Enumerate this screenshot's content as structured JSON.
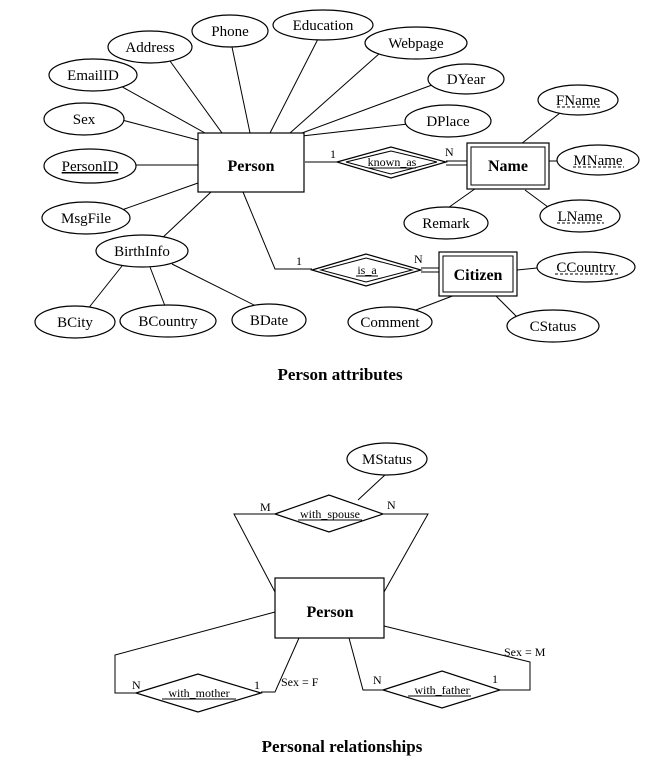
{
  "attributes_diagram": {
    "caption": "Person attributes",
    "person": "Person",
    "name_entity": "Name",
    "citizen_entity": "Citizen",
    "known_as": "known_as",
    "is_a": "is_a",
    "known_as_card_left": "1",
    "known_as_card_right": "N",
    "is_a_card_left": "1",
    "is_a_card_right": "N",
    "person_attrs": {
      "phone": "Phone",
      "education": "Education",
      "address": "Address",
      "webpage": "Webpage",
      "emailid": "EmailID",
      "dyear": "DYear",
      "sex": "Sex",
      "dplace": "DPlace",
      "personid": "PersonID",
      "msgfile": "MsgFile",
      "birthinfo": "BirthInfo",
      "bcity": "BCity",
      "bcountry": "BCountry",
      "bdate": "BDate"
    },
    "name_attrs": {
      "fname": "FName",
      "mname": "MName",
      "lname": "LName",
      "remark": "Remark"
    },
    "citizen_attrs": {
      "ccountry": "CCountry",
      "comment": "Comment",
      "cstatus": "CStatus"
    }
  },
  "relationships_diagram": {
    "caption": "Personal relationships",
    "person": "Person",
    "mstatus": "MStatus",
    "with_spouse": "with_spouse",
    "with_mother": "with_mother",
    "with_father": "with_father",
    "spouse_card_left": "M",
    "spouse_card_right": "N",
    "mother_card_left": "N",
    "mother_card_right": "1",
    "father_card_left": "N",
    "father_card_right": "1",
    "sex_f": "Sex = F",
    "sex_m": "Sex = M"
  }
}
